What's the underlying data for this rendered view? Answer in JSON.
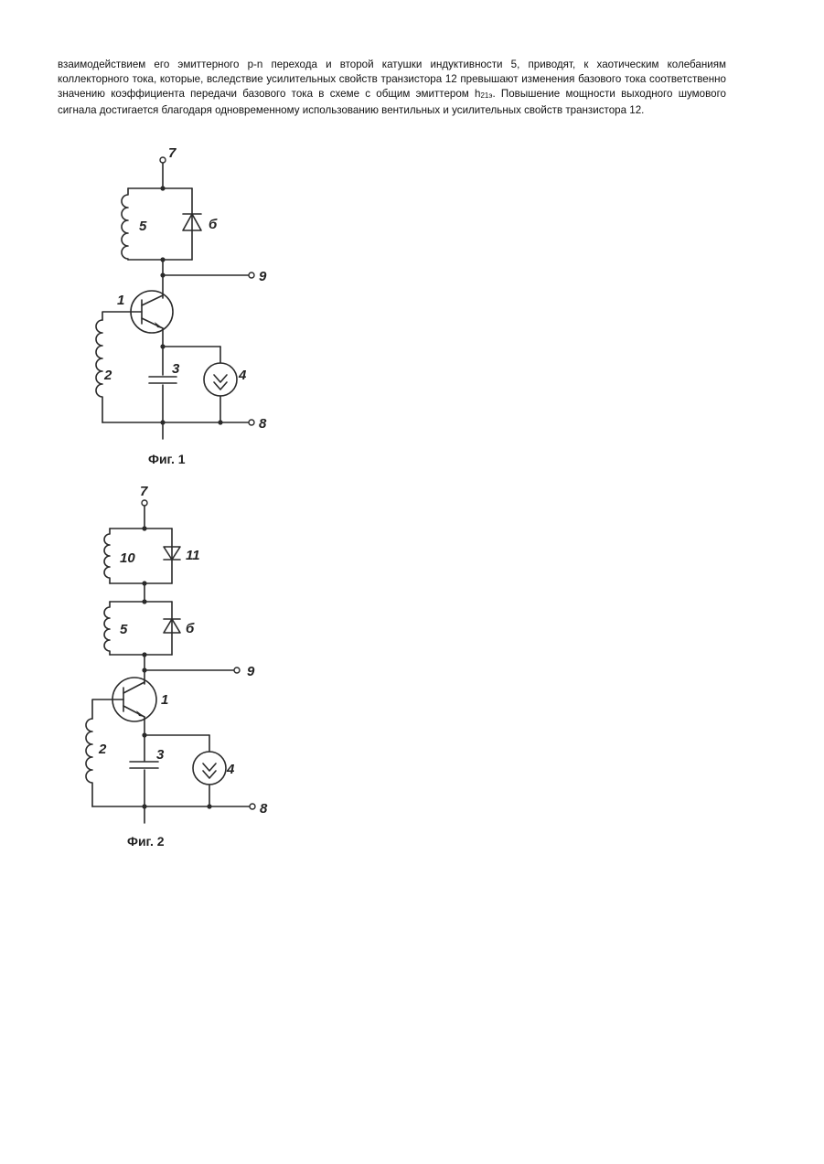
{
  "text": {
    "paragraph_part1": "взаимодействием его эмиттерного p-n перехода и второй катушки индуктивности 5, приводят, к хаотическим колебаниям коллекторного тока, которые, вследствие усилительных свойств транзистора 12 превышают изменения базового тока соответственно значению коэффициента передачи базового тока в схеме с общим эмиттером h",
    "paragraph_sub": "21э",
    "paragraph_part2": ". Повышение мощности выходного шумового сигнала достигается благодаря одновременному использованию вентильных и усилительных свойств транзистора 12."
  },
  "figure1": {
    "caption": "Фиг. 1",
    "labels": {
      "terminal_top": "7",
      "inductor_upper": "5",
      "diode": "б",
      "terminal_output": "9",
      "transistor": "1",
      "inductor_lower": "2",
      "capacitor": "3",
      "noise_source": "4",
      "terminal_ground": "8"
    }
  },
  "figure2": {
    "caption": "Фиг. 2",
    "labels": {
      "terminal_top": "7",
      "inductor_top": "10",
      "diode_top": "11",
      "inductor_upper": "5",
      "diode": "б",
      "terminal_output": "9",
      "transistor": "1",
      "inductor_lower": "2",
      "capacitor": "3",
      "noise_source": "4",
      "terminal_ground": "8"
    }
  }
}
